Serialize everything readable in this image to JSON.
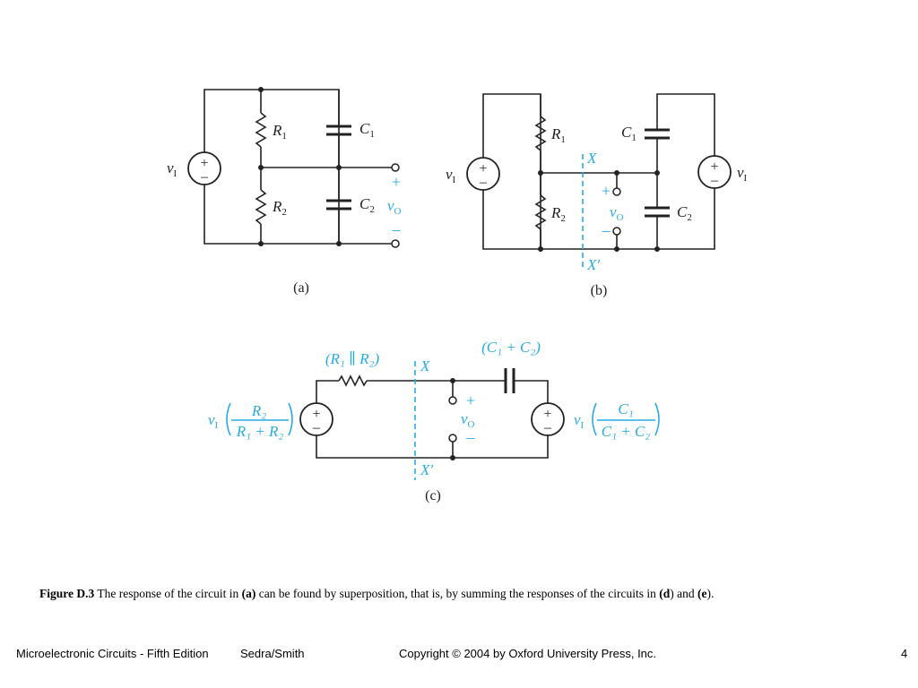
{
  "figure": {
    "panels": {
      "a": {
        "label": "(a)"
      },
      "b": {
        "label": "(b)"
      },
      "c": {
        "label": "(c)"
      }
    },
    "symbols": {
      "vi": "v",
      "vi_sub": "I",
      "vo": "v",
      "vo_sub": "O",
      "r1": "R",
      "r1_sub": "1",
      "r2": "R",
      "r2_sub": "2",
      "c1": "C",
      "c1_sub": "1",
      "c2": "C",
      "c2_sub": "2",
      "x": "X",
      "x_prime": "X′",
      "plus": "+",
      "minus": "–"
    },
    "panel_c": {
      "r_parallel": "(R₁ ∥ R₂)",
      "c_sum": "(C₁ + C₂)",
      "left_num": "R₂",
      "left_den": "R₁ + R₂",
      "right_num": "C₁",
      "right_den": "C₁ + C₂"
    },
    "colors": {
      "highlight": "#29abe2",
      "line": "#222222"
    }
  },
  "caption": {
    "label": "Figure D.3",
    "text_1": "  The response of the circuit in ",
    "ref_a": "(a)",
    "text_2": " can be found by superposition, that is, by summing the responses of the circuits in ",
    "ref_d": "(d",
    "text_3": ") and ",
    "ref_e": "(e",
    "text_4": ")."
  },
  "footer": {
    "book": "Microelectronic Circuits - Fifth Edition",
    "authors": "Sedra/Smith",
    "copyright": "Copyright © 2004 by Oxford University Press, Inc.",
    "page": "4"
  }
}
